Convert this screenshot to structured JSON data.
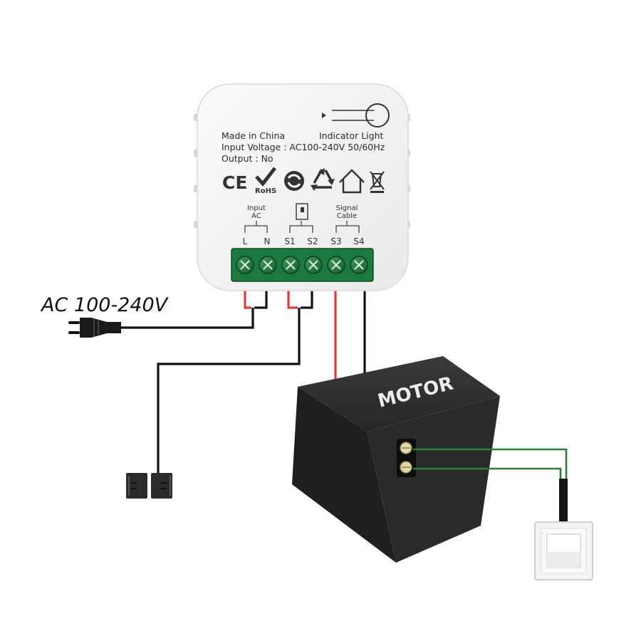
{
  "device": {
    "made_in": "Made in China",
    "input_voltage": "Input Voltage : AC100-240V 50/60Hz",
    "output": "Output :  No",
    "indicator": "Indicator Light",
    "group_input_line1": "Input",
    "group_input_line2": "AC",
    "group_signal_line1": "Signal",
    "group_signal_line2": "Cable",
    "terminals": [
      "L",
      "N",
      "S1",
      "S2",
      "S3",
      "S4"
    ],
    "certifications": [
      "CE",
      "RoHS"
    ],
    "cert_icons": [
      "ce-mark-icon",
      "rohs-check-icon",
      "green-dot-icon",
      "recycle-icon",
      "home-icon",
      "weee-bin-icon"
    ]
  },
  "power": {
    "label": "AC 100-240V"
  },
  "motor": {
    "label": "MOTOR"
  },
  "colors": {
    "red_wire": "#e53935",
    "black_wire": "#111111",
    "green_wire": "#2e7d32",
    "terminal_block": "#1b7a3e",
    "motor_body": "#2a2a2a"
  }
}
